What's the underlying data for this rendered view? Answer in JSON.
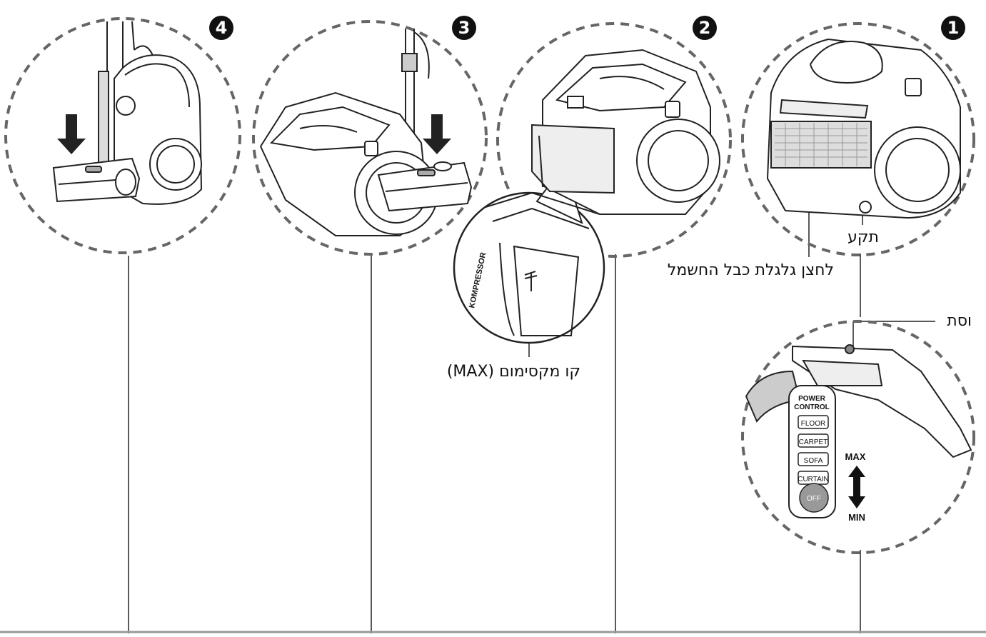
{
  "steps": [
    {
      "number": "1"
    },
    {
      "number": "2"
    },
    {
      "number": "3"
    },
    {
      "number": "4"
    }
  ],
  "labels": {
    "socket": "תקע",
    "cord_rewind_button": "לחצן גלגלת כבל החשמל",
    "regulator": "וסת",
    "max_line": "קו מקסימום (MAX)"
  },
  "handle_panel": {
    "title_line1": "POWER",
    "title_line2": "CONTROL",
    "modes": [
      "FLOOR",
      "CARPET",
      "SOFA",
      "CURTAIN"
    ],
    "off": "OFF",
    "max": "MAX",
    "min": "MIN"
  },
  "tank_brand": "KOMPRESSOR"
}
